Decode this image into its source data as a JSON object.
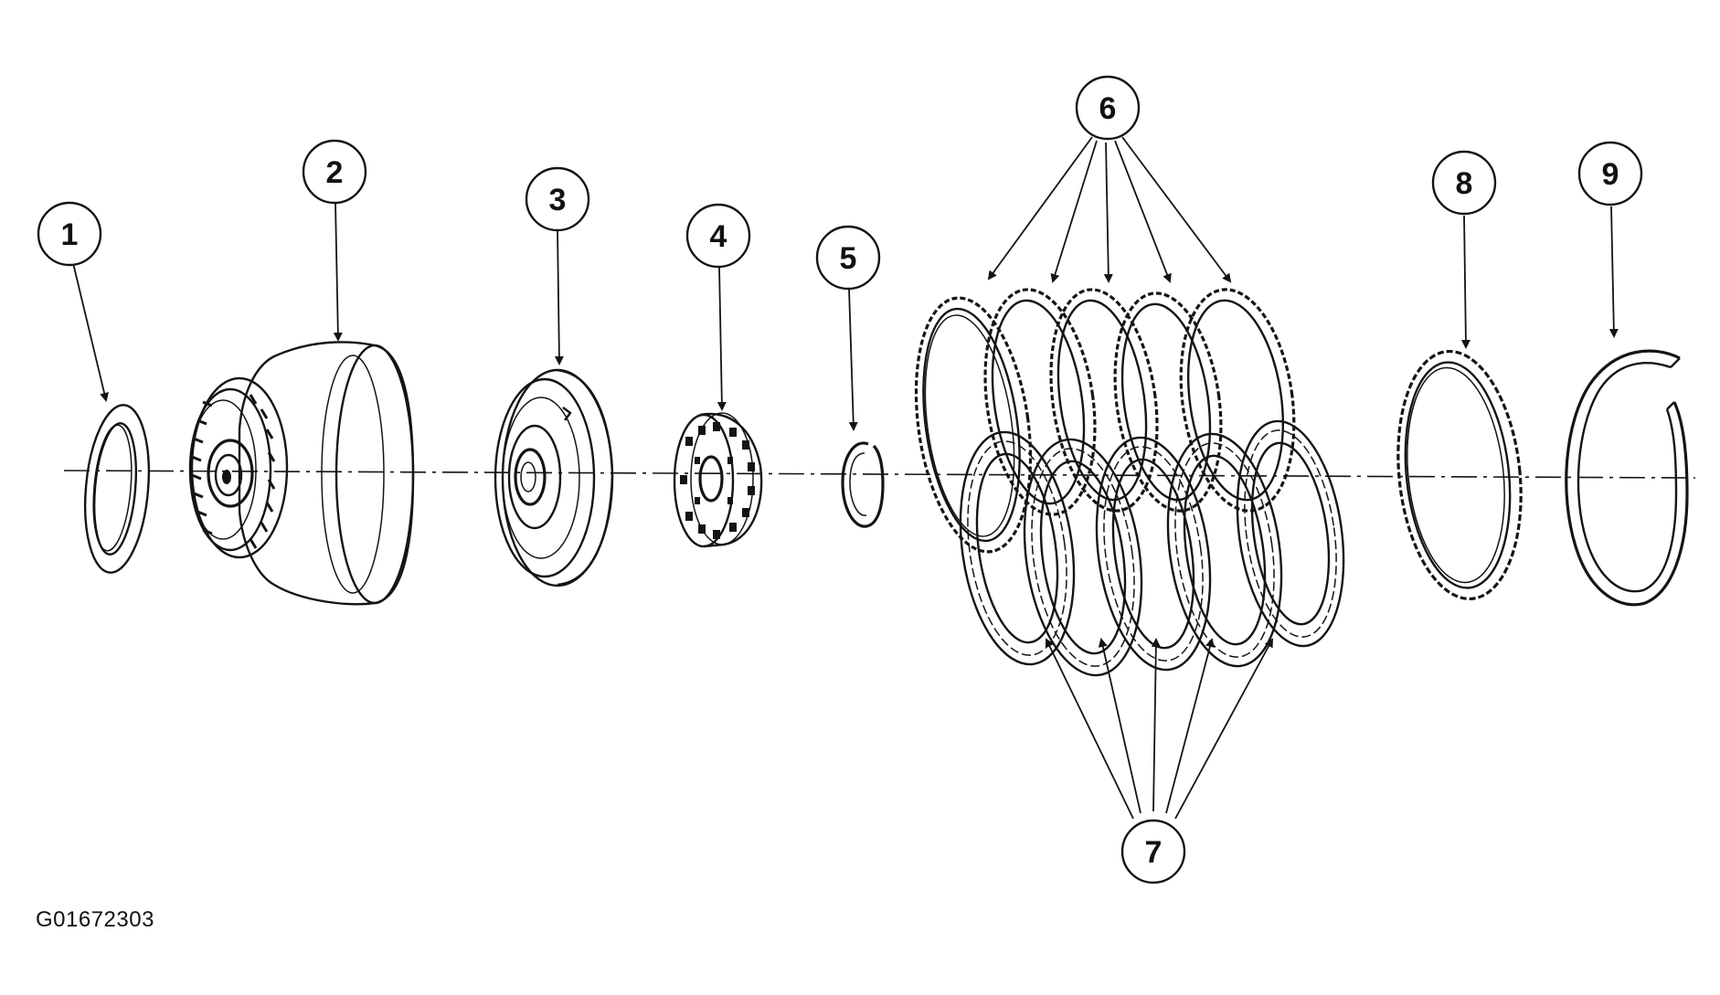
{
  "figure": {
    "id_label": "G01672303",
    "callouts": [
      {
        "key": "c1",
        "label": "1"
      },
      {
        "key": "c2",
        "label": "2"
      },
      {
        "key": "c3",
        "label": "3"
      },
      {
        "key": "c4",
        "label": "4"
      },
      {
        "key": "c5",
        "label": "5"
      },
      {
        "key": "c6",
        "label": "6"
      },
      {
        "key": "c7",
        "label": "7"
      },
      {
        "key": "c8",
        "label": "8"
      },
      {
        "key": "c9",
        "label": "9"
      }
    ]
  }
}
